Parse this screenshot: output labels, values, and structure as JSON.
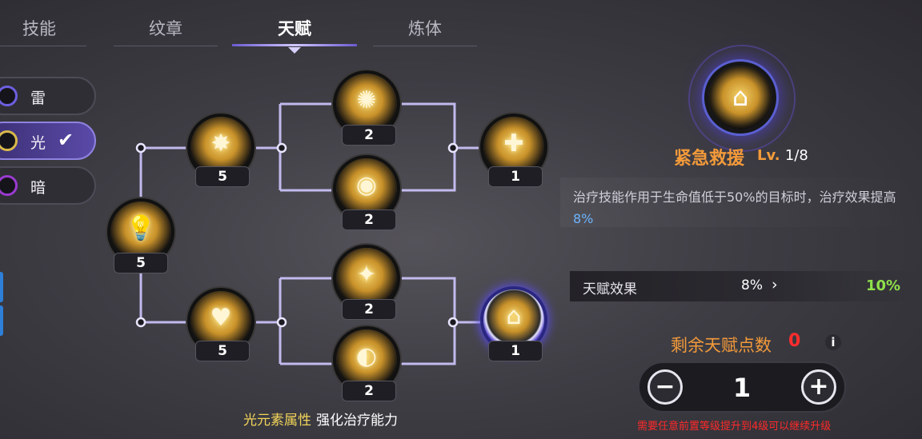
{
  "tabs": [
    {
      "label": "技能"
    },
    {
      "label": "纹章"
    },
    {
      "label": "天赋"
    },
    {
      "label": "炼体"
    }
  ],
  "active_tab": "天赋",
  "elements": [
    {
      "label": "雷"
    },
    {
      "label": "光"
    },
    {
      "label": "暗"
    }
  ],
  "active_element": "光",
  "tree": {
    "nodes": [
      {
        "id": "root",
        "badge": "5",
        "icon": "lightbulb-head-icon"
      },
      {
        "id": "top-mid",
        "badge": "5",
        "icon": "compass-burst-icon"
      },
      {
        "id": "top-a",
        "badge": "2",
        "icon": "light-burst-icon"
      },
      {
        "id": "top-b",
        "badge": "2",
        "icon": "shield-disc-icon"
      },
      {
        "id": "top-end",
        "badge": "1",
        "icon": "double-plus-icon"
      },
      {
        "id": "bottom-mid",
        "badge": "5",
        "icon": "heart-plus-icon"
      },
      {
        "id": "bottom-a",
        "badge": "2",
        "icon": "sword-flash-icon"
      },
      {
        "id": "bottom-b",
        "badge": "2",
        "icon": "halo-swirl-icon"
      },
      {
        "id": "bottom-end",
        "badge": "1",
        "icon": "house-plus-icon"
      }
    ]
  },
  "caption": {
    "element": "光元素属性",
    "effect": "强化治疗能力"
  },
  "detail": {
    "icon": "house-plus-icon",
    "name": "紧急救援",
    "lv_prefix": "Lv.",
    "lv_current": "1",
    "lv_max": "/8",
    "desc_main": "治疗技能作用于生命值低于50%的目标时，治疗效果提高",
    "desc_value": "8%"
  },
  "effect": {
    "label": "天赋效果",
    "current": "8%",
    "next": "10%"
  },
  "remaining": {
    "label": "剩余天赋点数",
    "value": "0"
  },
  "stepper": {
    "minus": "−",
    "value": "1",
    "plus": "+"
  },
  "warning": "需要任意前置等级提升到4级可以继续升级",
  "colors": {
    "accent": "#6a5bd0",
    "orange": "#f39a3a",
    "green": "#8fe04a",
    "red": "#ff2d2d",
    "blue": "#6cb4ff"
  }
}
